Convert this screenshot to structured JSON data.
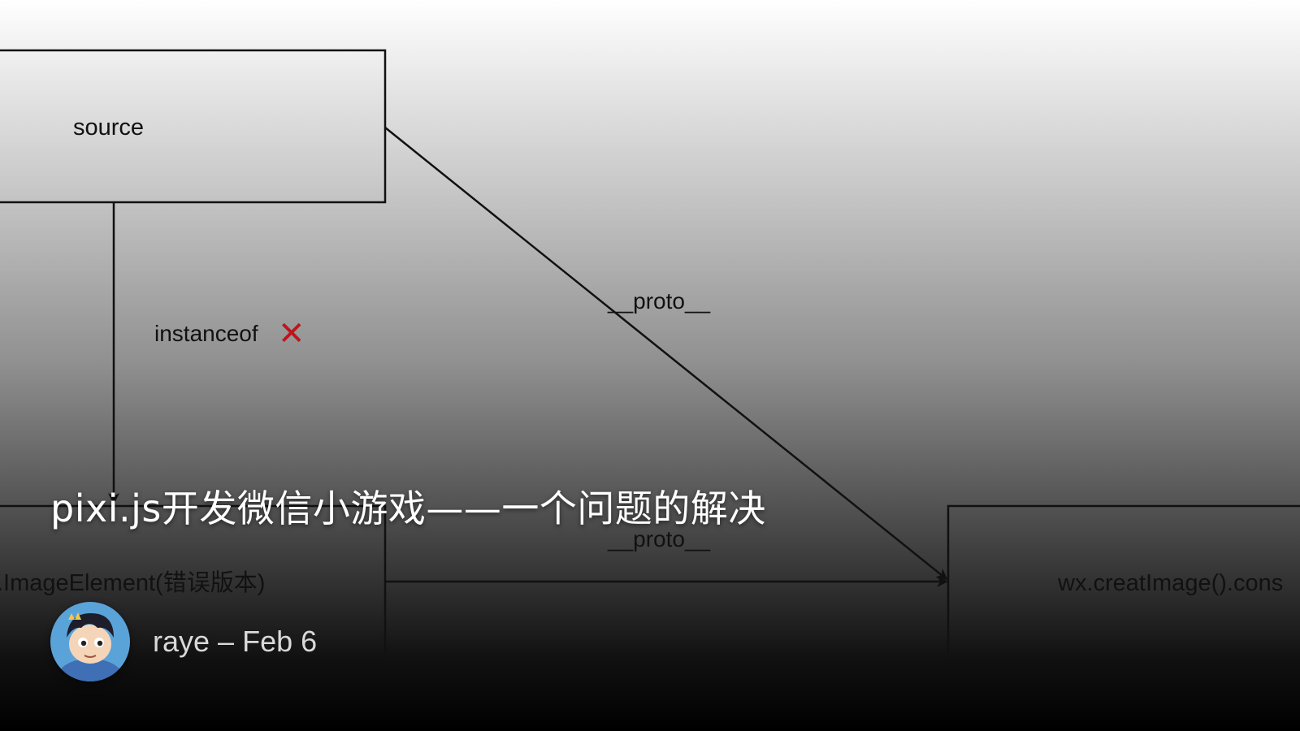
{
  "diagram": {
    "nodes": {
      "source": "source",
      "image_element": ".ImageElement(错误版本)",
      "wx_image": "wx.creatImage().cons"
    },
    "edges": {
      "instanceof_label": "instanceof",
      "instanceof_mark": "✕",
      "proto_top": "__proto__",
      "proto_bottom": "__proto__"
    },
    "stroke_color": "#111111",
    "cross_color": "#c0141c"
  },
  "card": {
    "title": "pixi.js开发微信小游戏——一个问题的解决",
    "author": "raye",
    "separator": "–",
    "date": "Feb 6",
    "avatar_icon": "anime-boy-avatar-icon"
  }
}
